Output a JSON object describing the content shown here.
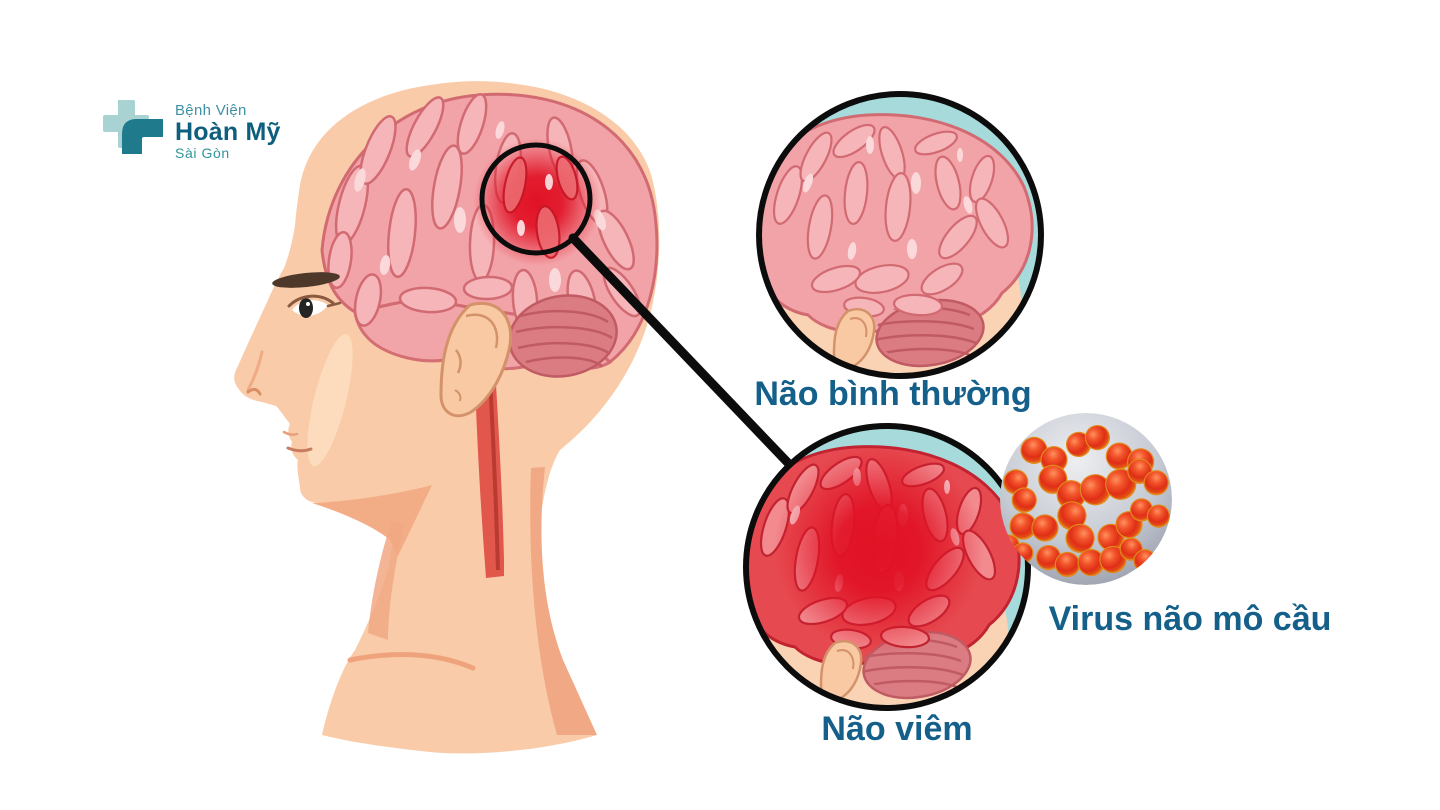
{
  "page": {
    "background_color": "#FFFFFF"
  },
  "logo": {
    "hospital_type": "Bệnh Viện",
    "hospital_name": "Hoàn Mỹ",
    "branch": "Sài Gòn",
    "colors": {
      "cross_light": "#A9D2D2",
      "cross_dark": "#1F7A8C",
      "type_text": "#4090A8",
      "name_text": "#0E5F7E",
      "branch_text": "#2F949B"
    }
  },
  "diagram": {
    "labels": {
      "normal_brain": "Não bình thường",
      "inflamed_brain": "Não viêm",
      "virus": "Virus não mô cầu"
    },
    "label_color": "#15608A",
    "colors": {
      "skin": "#F9CBA8",
      "skin_shadow": "#F1A884",
      "brain_pink": "#F2A3A8",
      "brain_inflamed": "#E64A50",
      "inflammation_red": "#E11225",
      "inset_background_teal": "#A6DADB",
      "outline_black": "#0C0C0C",
      "cerebellum": "#DA7C82",
      "artery_red": "#E2574B",
      "bacteria_body": "#DF2E17",
      "bacteria_rim": "#F7B733"
    }
  }
}
